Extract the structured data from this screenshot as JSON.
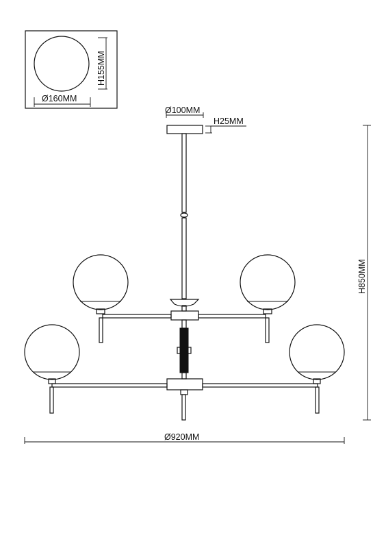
{
  "detail": {
    "diameter_label": "Ø160MM",
    "height_label": "H155MM"
  },
  "canopy": {
    "diameter_label": "Ø100MM",
    "height_label": "H25MM"
  },
  "overall": {
    "height_label": "H850MM",
    "width_label": "Ø920MM"
  }
}
